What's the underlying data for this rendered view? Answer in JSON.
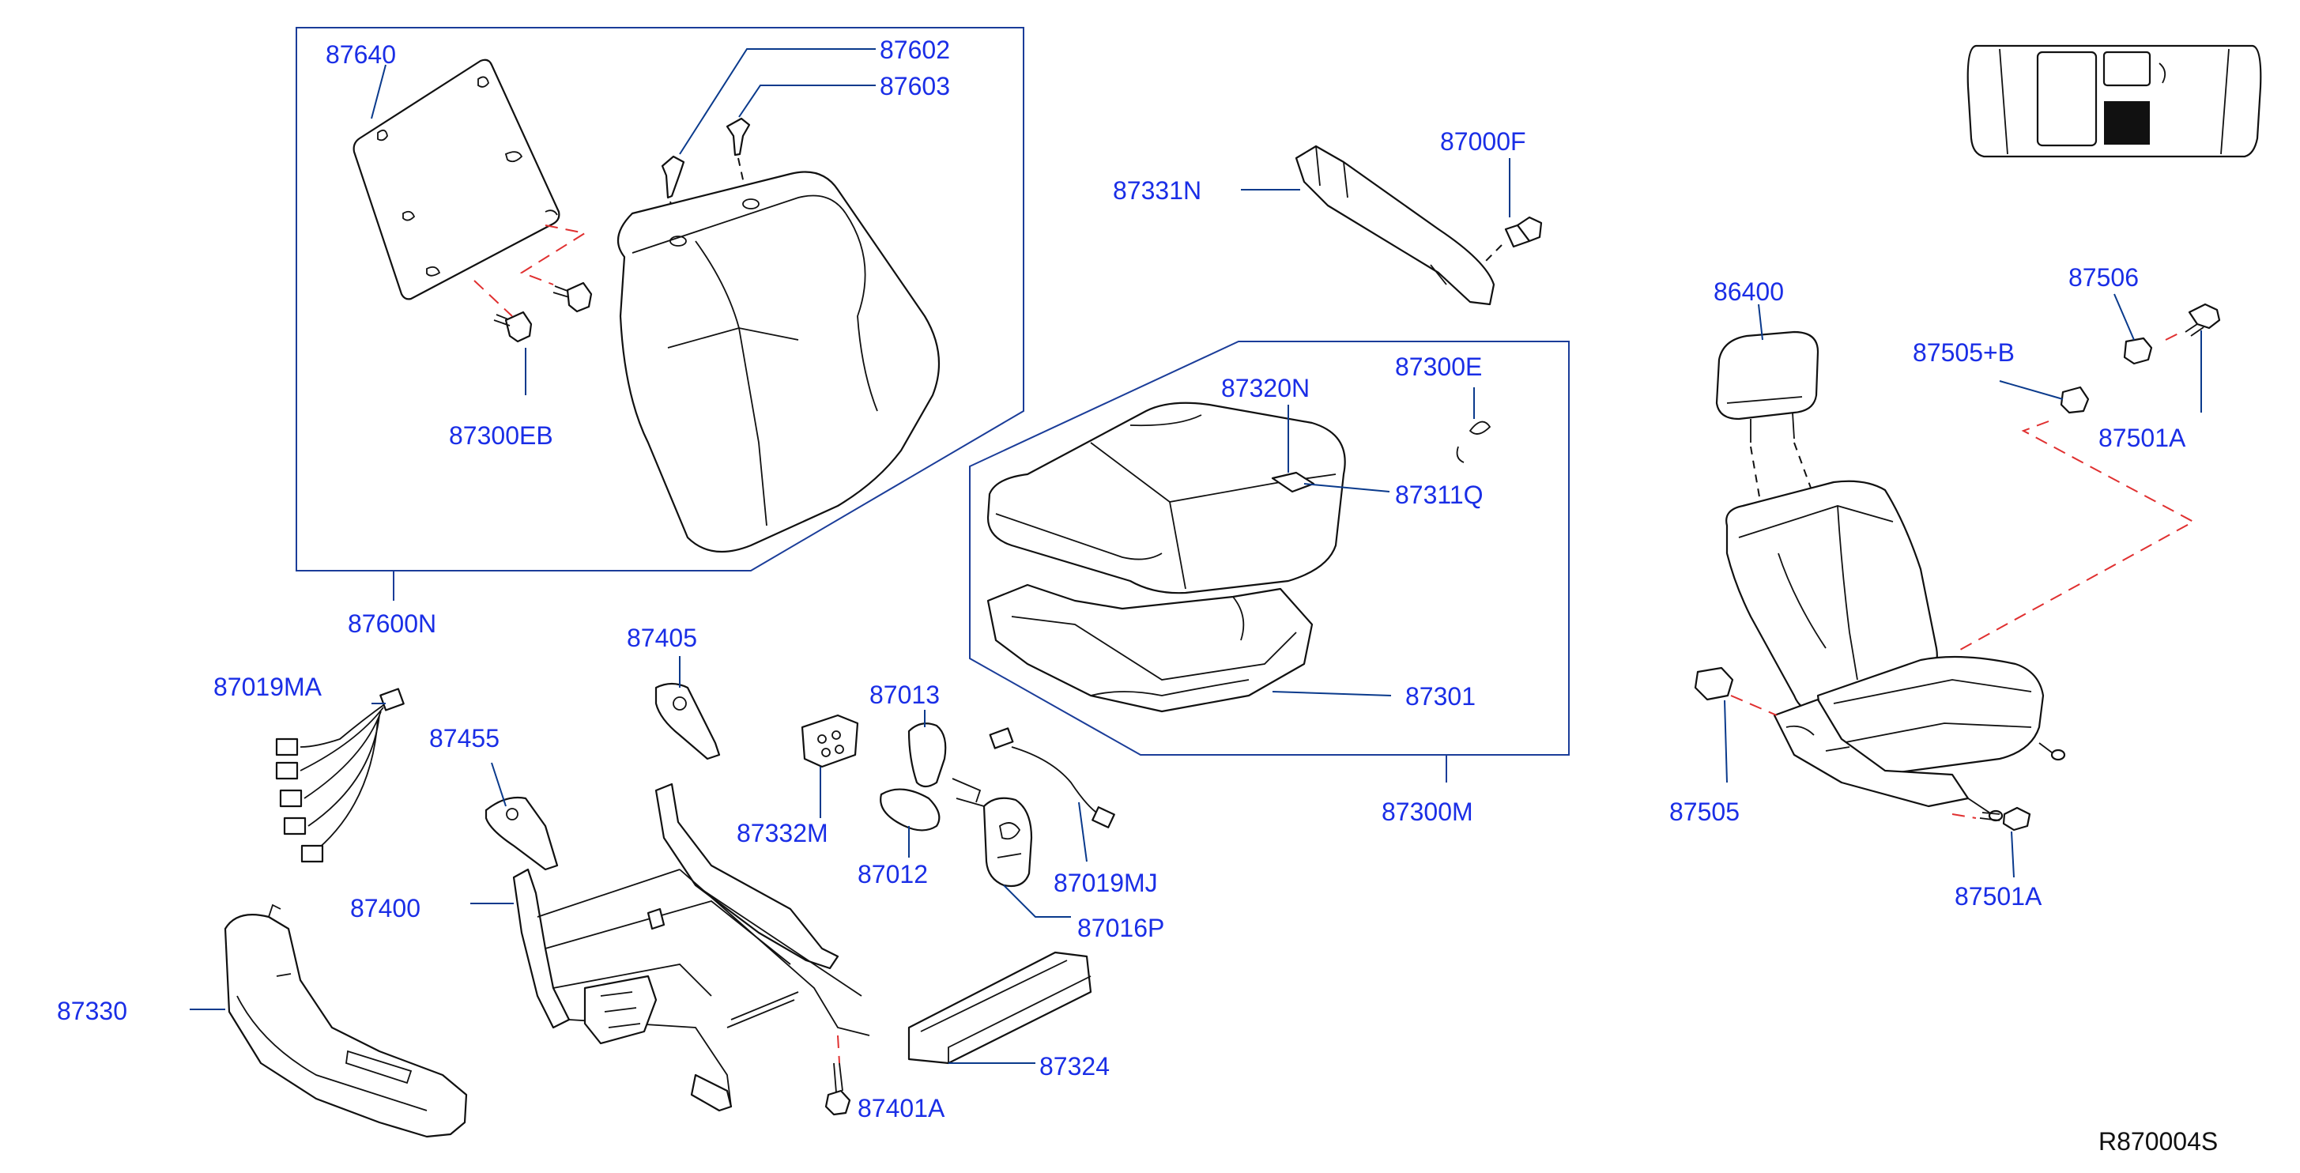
{
  "diagram": {
    "ref_code": "R870004S",
    "labels": {
      "p87640": "87640",
      "p87602": "87602",
      "p87603": "87603",
      "p87300EB": "87300EB",
      "p87600N": "87600N",
      "p87331N": "87331N",
      "p87000F": "87000F",
      "p87320N": "87320N",
      "p87300E": "87300E",
      "p87311Q": "87311Q",
      "p87301": "87301",
      "p87300M": "87300M",
      "p86400": "86400",
      "p87506": "87506",
      "p87505B": "87505+B",
      "p87501A_top": "87501A",
      "p87505": "87505",
      "p87501A_bottom": "87501A",
      "p87019MA": "87019MA",
      "p87405": "87405",
      "p87455": "87455",
      "p87013": "87013",
      "p87332M": "87332M",
      "p87012": "87012",
      "p87019MJ": "87019MJ",
      "p87016P": "87016P",
      "p87400": "87400",
      "p87330": "87330",
      "p87324": "87324",
      "p87401A": "87401A"
    }
  }
}
